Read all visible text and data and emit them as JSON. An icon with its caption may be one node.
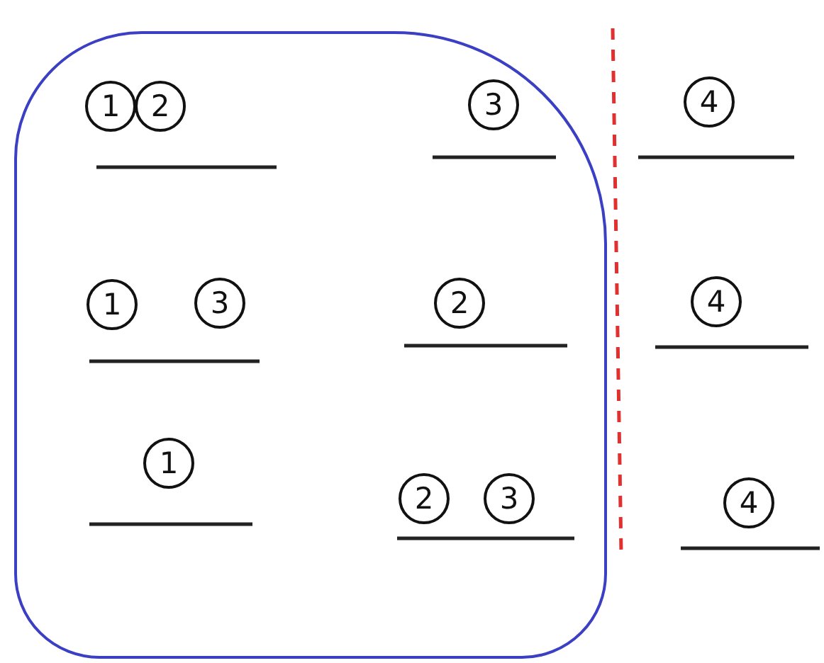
{
  "diagram": {
    "nodes": [
      {
        "text": [],
        "shape": "box"
      },
      {
        "text": [
          "1"
        ],
        "in": 0
      },
      {
        "text": [
          "2"
        ],
        "in": 0
      },
      {
        "text": [
          "3"
        ],
        "in": 0
      },
      {
        "text": [
          "4"
        ]
      },
      {
        "text": [
          "1"
        ],
        "in": 0
      },
      {
        "text": [
          "3"
        ],
        "in": 0
      },
      {
        "text": [
          "2"
        ],
        "in": 0
      },
      {
        "text": [
          "4"
        ]
      },
      {
        "text": [
          "1"
        ],
        "in": 0
      },
      {
        "text": [
          "2"
        ],
        "in": 0
      },
      {
        "text": [
          "3"
        ],
        "in": 0
      },
      {
        "text": [
          "4"
        ]
      }
    ],
    "edges": []
  }
}
